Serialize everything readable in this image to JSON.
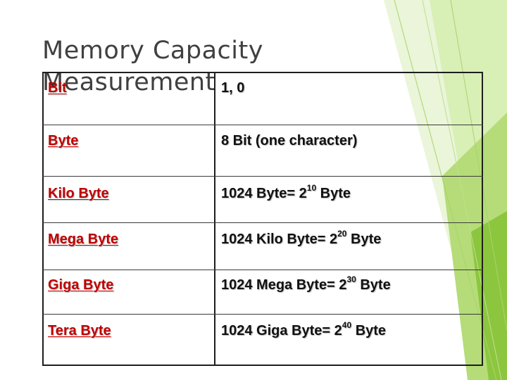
{
  "slide": {
    "title_line1": "Memory Capacity",
    "title_line2": "Measurement"
  },
  "table": {
    "rows": [
      {
        "unit": "Bit",
        "value": "1, 0"
      },
      {
        "unit": "Byte",
        "value": "8 Bit (one character)"
      },
      {
        "unit": "Kilo Byte",
        "value_prefix": "1024 Byte= 2",
        "value_exp": "10",
        "value_suffix": " Byte"
      },
      {
        "unit": "Mega Byte",
        "value_prefix": "1024 Kilo Byte= 2",
        "value_exp": "20",
        "value_suffix": " Byte"
      },
      {
        "unit": "Giga Byte",
        "value_prefix": "1024 Mega Byte= 2",
        "value_exp": "30",
        "value_suffix": " Byte"
      },
      {
        "unit": "Tera Byte",
        "value_prefix": "1024 Giga Byte= 2",
        "value_exp": "40",
        "value_suffix": " Byte"
      }
    ]
  },
  "colors": {
    "unit_text": "#c00000",
    "value_text": "#111111",
    "title_text": "#404040",
    "accent_green": "#8cc63f",
    "grid_line": "#1e1e1e"
  }
}
